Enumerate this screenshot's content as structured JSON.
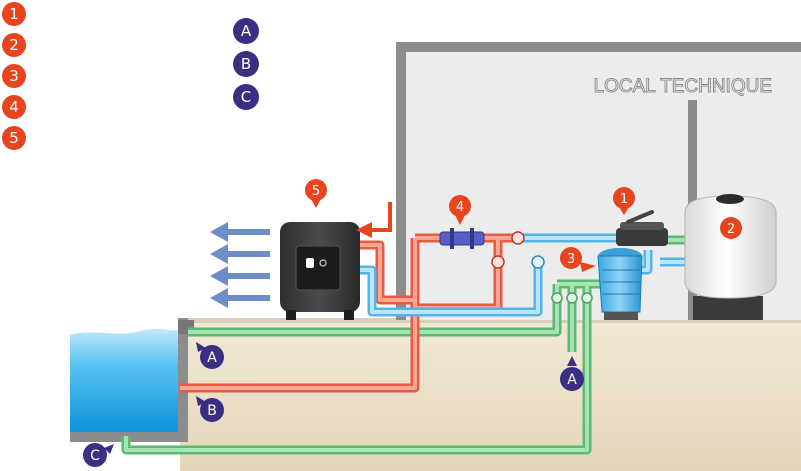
{
  "room_label": "LOCAL TECHNIQUE",
  "legend": {
    "numbers": [
      "1",
      "2",
      "3",
      "4",
      "5"
    ],
    "letters": [
      "A",
      "B",
      "C"
    ]
  },
  "callouts": {
    "valve": "1",
    "filter": "2",
    "pump": "3",
    "treatment": "4",
    "heat_pump": "5",
    "skimmer": "A",
    "return": "B",
    "drain": "C",
    "pump_inlet": "A"
  },
  "colors": {
    "number_badge": "#e8451f",
    "letter_badge": "#3b2f83",
    "hot_pipe": "#f06a52",
    "cold_pipe": "#78c8ee",
    "suction_pipe": "#88d69a",
    "air_arrows": "#6c8ec7",
    "room_wall": "#8c8c8c",
    "ground": "#e8dcc4"
  }
}
